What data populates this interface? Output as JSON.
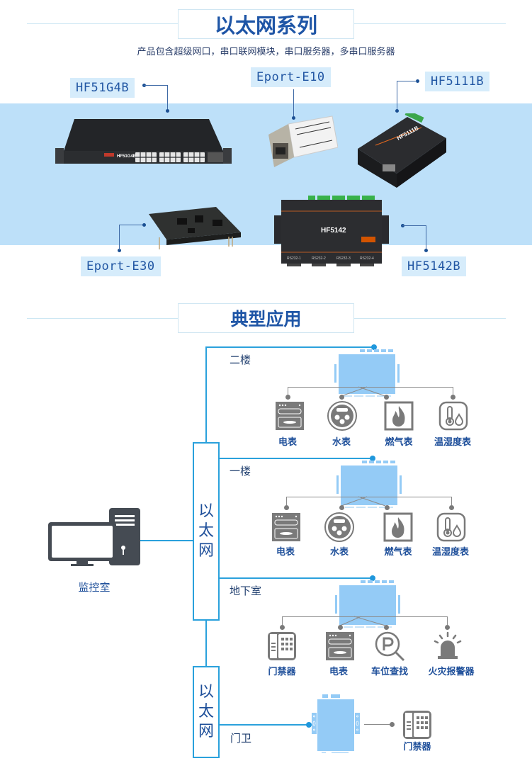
{
  "section1": {
    "title": "以太网系列",
    "subtitle": "产品包含超级网口，串口联网模块，串口服务器，多串口服务器",
    "products": [
      {
        "name": "HF51G4B",
        "device": "24-port rack switch",
        "printed": "HF51G4B"
      },
      {
        "name": "Eport-E10",
        "device": "RJ45 serial-to-ethernet module",
        "printed": "Eport-E10"
      },
      {
        "name": "HF5111B",
        "device": "single serial server",
        "printed": "HF5111B"
      },
      {
        "name": "Eport-E30",
        "device": "embedded board module"
      },
      {
        "name": "HF5142B",
        "device": "4-port serial server",
        "printed": "HF5142",
        "ports": [
          "RS232-1",
          "RS232-2",
          "RS232-3",
          "RS232-4"
        ]
      }
    ],
    "colors": {
      "band": "#bde0f9",
      "tag_bg": "#d6ecfb",
      "tag_text": "#2156a3",
      "title": "#1e55a6"
    }
  },
  "section2": {
    "title": "典型应用",
    "ethernet_label": [
      "以",
      "太",
      "网"
    ],
    "control_room": "监控室",
    "floors": [
      {
        "name": "二楼",
        "devices": [
          "电表",
          "水表",
          "燃气表",
          "温湿度表"
        ]
      },
      {
        "name": "一楼",
        "devices": [
          "电表",
          "水表",
          "燃气表",
          "温湿度表"
        ]
      },
      {
        "name": "地下室",
        "devices": [
          "门禁器",
          "电表",
          "车位查找",
          "火灾报警器"
        ]
      }
    ],
    "gate": {
      "name": "门卫",
      "devices": [
        "门禁器"
      ]
    },
    "colors": {
      "line": "#2aa1dc",
      "device": "#94cbf6",
      "icon": "#7a7a7a",
      "label": "#1e4f9a"
    }
  }
}
